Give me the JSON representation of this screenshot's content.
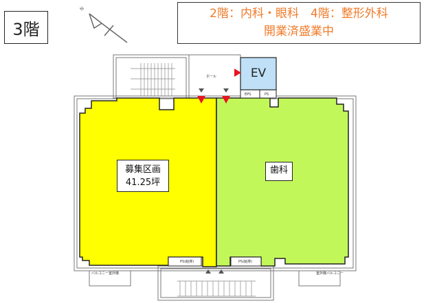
{
  "floor_label": "3階",
  "notice": {
    "line1": "2階：内科・眼科　4階：整形外科",
    "line2": "開業済盛業中"
  },
  "compass": {
    "north_label": "N"
  },
  "units": [
    {
      "name": "募集区画",
      "area": "41.25坪",
      "color": "#ffff00"
    },
    {
      "name": "歯科",
      "color": "#c2f75a"
    }
  ],
  "ev_label": "EV",
  "small_labels": {
    "hall": "ホール",
    "eps": "EPS",
    "ps": "PS",
    "ps_supply": "PS(給排)",
    "balcony": "バルコニー",
    "outdoor_unit": "室外機"
  },
  "colors": {
    "vacant": "#ffff00",
    "dental": "#c2f75a",
    "ev": "#bfe0f7",
    "marker": "#e8141e",
    "notice": "#f07a28"
  }
}
